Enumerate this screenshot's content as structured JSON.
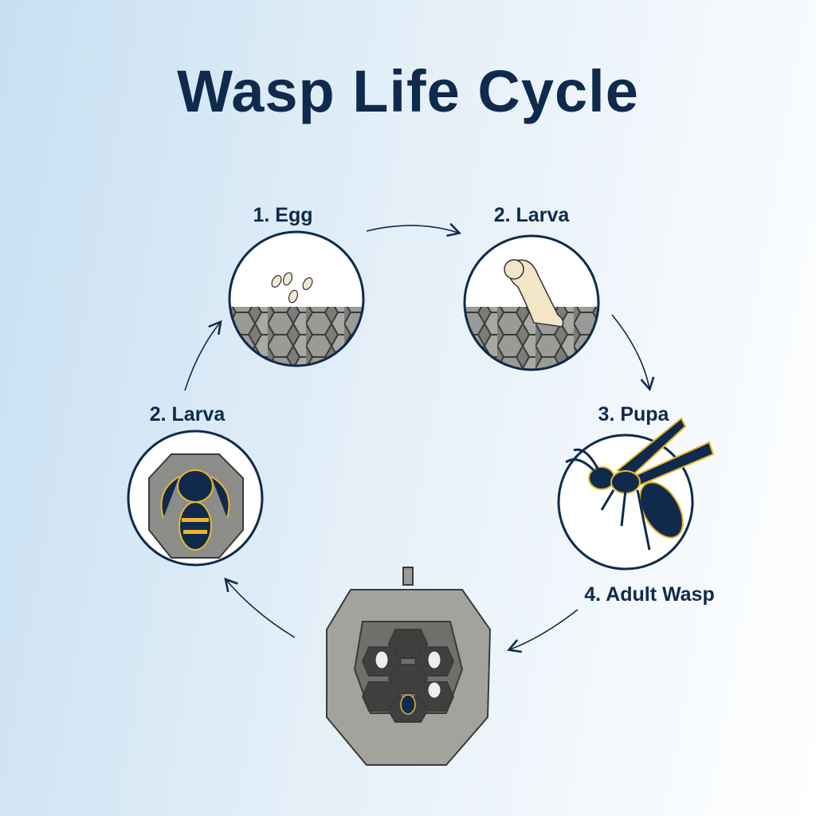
{
  "title": "Wasp Life Cycle",
  "stages": {
    "egg": "1. Egg",
    "larva_top": "2. Larva",
    "pupa": "3. Pupa",
    "adult": "4. Adult Wasp",
    "larva_left": "2. Larva"
  },
  "colors": {
    "navy": "#0f2a4d",
    "gold": "#e8b530",
    "comb": "#8a8a86"
  }
}
